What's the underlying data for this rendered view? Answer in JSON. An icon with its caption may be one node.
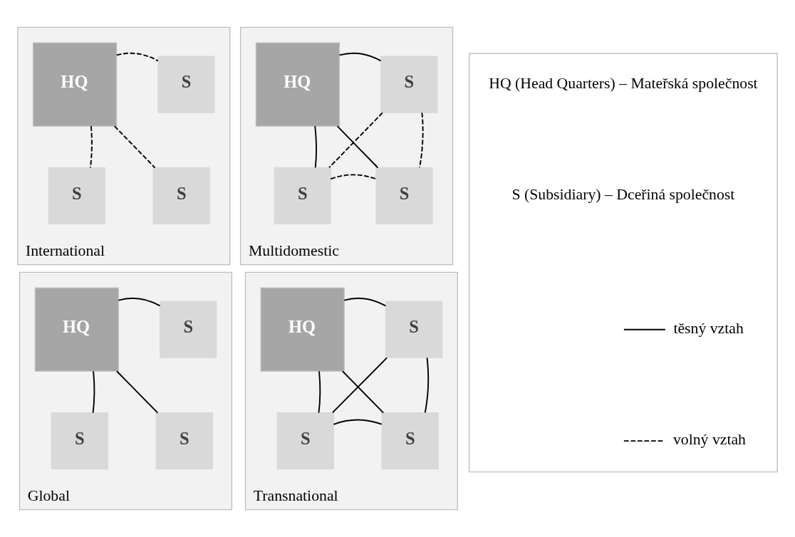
{
  "diagram": {
    "nodes": [
      {
        "text": [
          "International"
        ]
      },
      {
        "text": [
          "HQ"
        ],
        "in": 0
      },
      {
        "text": [
          "S"
        ],
        "in": 0
      },
      {
        "text": [
          "S"
        ],
        "in": 0
      },
      {
        "text": [
          "S"
        ],
        "in": 0
      },
      {
        "text": [
          "Multidomestic"
        ]
      },
      {
        "text": [
          "HQ"
        ],
        "in": 5
      },
      {
        "text": [
          "S"
        ],
        "in": 5
      },
      {
        "text": [
          "S"
        ],
        "in": 5
      },
      {
        "text": [
          "S"
        ],
        "in": 5
      },
      {
        "text": [
          "Global"
        ]
      },
      {
        "text": [
          "HQ"
        ],
        "in": 10
      },
      {
        "text": [
          "S"
        ],
        "in": 10
      },
      {
        "text": [
          "S"
        ],
        "in": 10
      },
      {
        "text": [
          "S"
        ],
        "in": 10
      },
      {
        "text": [
          "Transnational"
        ]
      },
      {
        "text": [
          "HQ"
        ],
        "in": 15
      },
      {
        "text": [
          "S"
        ],
        "in": 15
      },
      {
        "text": [
          "S"
        ],
        "in": 15
      },
      {
        "text": [
          "S"
        ],
        "in": 15
      },
      {
        "text": [],
        "shape": "box"
      }
    ],
    "edges": [
      {
        "from": 1,
        "to": 2,
        "arrow": "none",
        "style": "dashed"
      },
      {
        "from": 1,
        "to": 3,
        "arrow": "none",
        "style": "dashed"
      },
      {
        "from": 1,
        "to": 4,
        "arrow": "none",
        "style": "dashed"
      },
      {
        "from": 6,
        "to": 7,
        "arrow": "none"
      },
      {
        "from": 6,
        "to": 8,
        "arrow": "none"
      },
      {
        "from": 6,
        "to": 9,
        "arrow": "none"
      },
      {
        "from": 7,
        "to": 8,
        "arrow": "none",
        "style": "dashed"
      },
      {
        "from": 7,
        "to": 9,
        "arrow": "none",
        "style": "dashed"
      },
      {
        "from": 8,
        "to": 9,
        "arrow": "none",
        "style": "dashed"
      },
      {
        "from": 11,
        "to": 12,
        "arrow": "none"
      },
      {
        "from": 11,
        "to": 13,
        "arrow": "none"
      },
      {
        "from": 11,
        "to": 14,
        "arrow": "none"
      },
      {
        "from": 16,
        "to": 17,
        "arrow": "none"
      },
      {
        "from": 16,
        "to": 18,
        "arrow": "none"
      },
      {
        "from": 16,
        "to": 19,
        "arrow": "none"
      },
      {
        "from": 17,
        "to": 18,
        "arrow": "none"
      },
      {
        "from": 17,
        "to": 19,
        "arrow": "none"
      },
      {
        "from": 18,
        "to": 19,
        "arrow": "none"
      }
    ],
    "labels": [
      "HQ (Head Quarters) – Mateřská společnost",
      "S (Subsidiary) – Dceřiná společnost"
    ],
    "legend": [
      {
        "text": "těsný vztah"
      },
      {
        "text": "volný vztah"
      }
    ]
  }
}
